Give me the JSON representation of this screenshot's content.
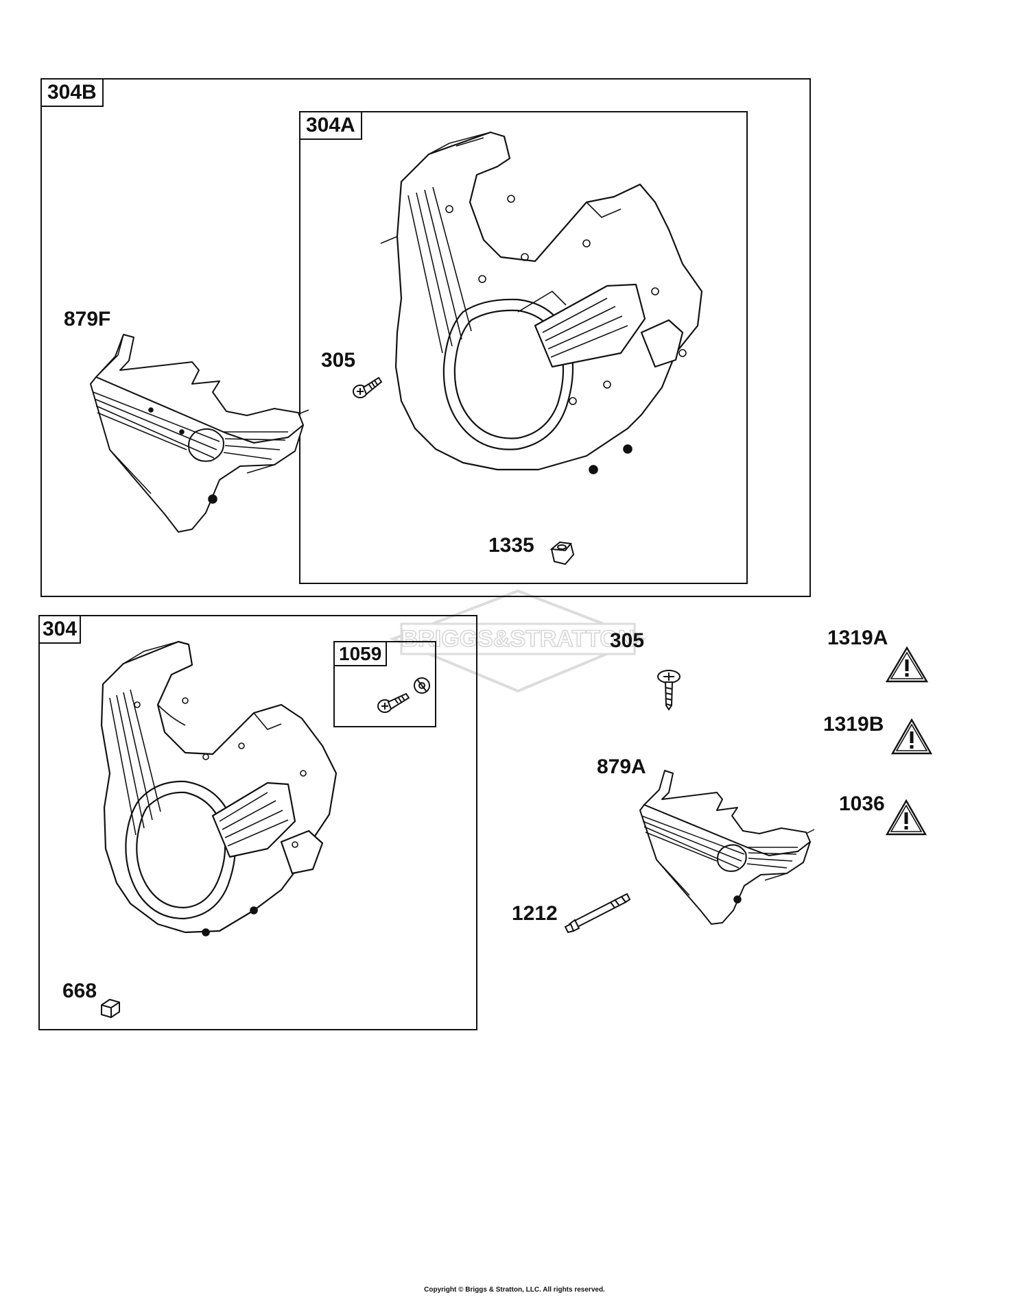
{
  "groups": {
    "g304B": "304B",
    "g304A": "304A",
    "g304": "304",
    "g1059": "1059"
  },
  "callouts": {
    "c879F": "879F",
    "c305_top": "305",
    "c1335": "1335",
    "c305_right": "305",
    "c1319A": "1319A",
    "c1319B": "1319B",
    "c1036": "1036",
    "c879A": "879A",
    "c1212": "1212",
    "c668": "668"
  },
  "watermark": "BRIGGS&STRATTON",
  "copyright": "Copyright © Briggs & Stratton, LLC. All rights reserved.",
  "colors": {
    "line": "#111111",
    "watermark": "#d8d8d8"
  },
  "icons": [
    "warning-triangle-icon",
    "screw-icon",
    "nut-icon",
    "washer-icon",
    "stud-icon",
    "blower-housing-icon",
    "cover-icon"
  ]
}
